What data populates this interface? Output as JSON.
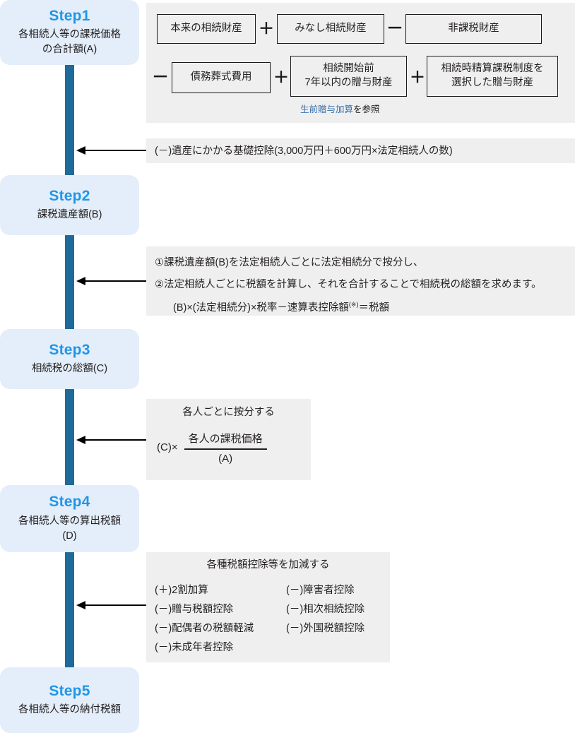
{
  "theme": {
    "step_card_bg": "#e3eefa",
    "step_title_color": "#2196e8",
    "spine_color": "#1e6b9b",
    "panel_bg": "#efefef",
    "box_border": "#1a1a1a",
    "link_color": "#3a6fa8",
    "text_color": "#231f20"
  },
  "steps": [
    {
      "title": "Step1",
      "subtitle": "各相続人等の課税価格\nの合計額(A)"
    },
    {
      "title": "Step2",
      "subtitle": "課税遺産額(B)"
    },
    {
      "title": "Step3",
      "subtitle": "相続税の総額(C)"
    },
    {
      "title": "Step4",
      "subtitle": "各相続人等の算出税額\n(D)"
    },
    {
      "title": "Step5",
      "subtitle": "各相続人等の納付税額"
    }
  ],
  "step1_panel": {
    "row1": {
      "box1": "本来の相続財産",
      "op1": "＋",
      "box2": "みなし相続財産",
      "op2": "－",
      "box3": "非課税財産"
    },
    "row2": {
      "op0": "－",
      "box1": "債務葬式費用",
      "op1": "＋",
      "box2_line1": "相続開始前",
      "box2_line2": "7年以内の贈与財産",
      "op2": "＋",
      "box3_line1": "相続時精算課税制度を",
      "box3_line2": "選択した贈与財産"
    },
    "note_link_text": "生前贈与加算",
    "note_tail_text": "を参照"
  },
  "deduction_panel": {
    "text": "(－)遺産にかかる基礎控除(3,000万円＋600万円×法定相続人の数)"
  },
  "total_tax_panel": {
    "line1": "①課税遺産額(B)を法定相続人ごとに法定相続分で按分し、",
    "line2": "②法定相続人ごとに税額を計算し、それを合計することで相続税の総額を求めます。",
    "line3_pre": "(B)×(法定相続分)×税率－速算表控除額",
    "line3_sup": "(※)",
    "line3_post": "＝税額"
  },
  "apportion_panel": {
    "heading": "各人ごとに按分する",
    "lead": "(C)×",
    "numerator": "各人の課税価格",
    "denominator": "(A)"
  },
  "credits_panel": {
    "heading": "各種税額控除等を加減する",
    "column_left": [
      "(＋)2割加算",
      "(－)贈与税額控除",
      "(－)配偶者の税額軽減",
      "(－)未成年者控除"
    ],
    "column_right": [
      "(－)障害者控除",
      "(－)相次相続控除",
      "(－)外国税額控除"
    ]
  }
}
